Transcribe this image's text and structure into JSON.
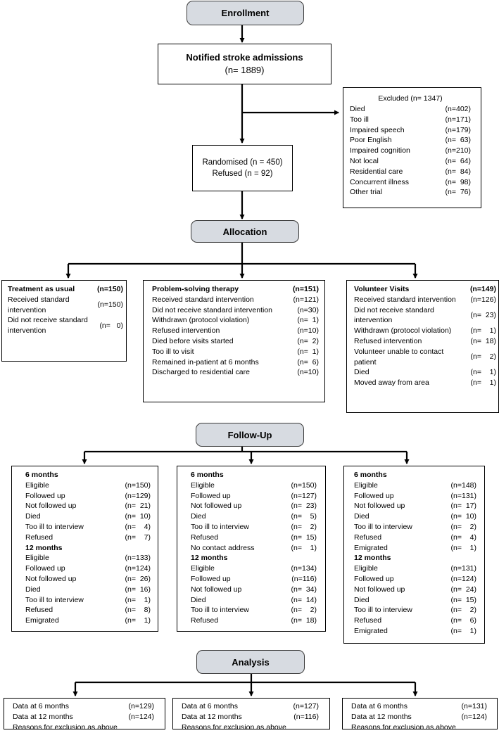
{
  "stages": {
    "enrollment": "Enrollment",
    "allocation": "Allocation",
    "followup": "Follow-Up",
    "analysis": "Analysis"
  },
  "notified": {
    "title": "Notified stroke admissions",
    "n": "(n= 1889)"
  },
  "excluded": {
    "title": "Excluded  (n= 1347)",
    "rows": [
      {
        "label": "Died",
        "n": "(n=402)"
      },
      {
        "label": "Too ill",
        "n": "(n=171)"
      },
      {
        "label": "Impaired speech",
        "n": "(n=179)"
      },
      {
        "label": "Poor English",
        "n": "(n=  63)"
      },
      {
        "label": "Impaired cognition",
        "n": "(n=210)"
      },
      {
        "label": "Not local",
        "n": "(n=  64)"
      },
      {
        "label": "Residential care",
        "n": "(n=  84)"
      },
      {
        "label": "Concurrent illness",
        "n": "(n=  98)"
      },
      {
        "label": "Other trial",
        "n": "(n=  76)"
      }
    ]
  },
  "randomised": {
    "line1": "Randomised (n = 450)",
    "line2": "Refused (n = 92)"
  },
  "allocation": {
    "tau": {
      "title": "Treatment as usual",
      "n": "(n=150)",
      "rows": [
        {
          "label": "Received standard intervention",
          "n": "(n=150)"
        },
        {
          "label": "Did not receive standard intervention",
          "n": "(n=   0)"
        }
      ]
    },
    "pst": {
      "title": "Problem-solving therapy",
      "n": "(n=151)",
      "rows": [
        {
          "label": "Received standard intervention",
          "n": "(n=121)"
        },
        {
          "label": "Did not receive standard intervention",
          "n": "(n=30)"
        },
        {
          "label": "Withdrawn (protocol violation)",
          "n": "(n=  1)"
        },
        {
          "label": "Refused intervention",
          "n": "(n=10)"
        },
        {
          "label": "Died before visits started",
          "n": "(n=  2)"
        },
        {
          "label": "Too ill to visit",
          "n": "(n=  1)"
        },
        {
          "label": "Remained in-patient at 6 months",
          "n": "(n=  6)"
        },
        {
          "label": "Discharged to residential care",
          "n": "(n=10)"
        }
      ]
    },
    "vv": {
      "title": "Volunteer Visits",
      "n": "(n=149)",
      "rows": [
        {
          "label": "Received standard intervention",
          "n": "(n=126)"
        },
        {
          "label": "Did not receive standard intervention",
          "n": "(n=  23)"
        },
        {
          "label": "Withdrawn (protocol violation)",
          "n": "(n=    1)"
        },
        {
          "label": "Refused intervention",
          "n": "(n=  18)"
        },
        {
          "label": "Volunteer unable to contact patient",
          "n": "(n=    2)"
        },
        {
          "label": "Died",
          "n": "(n=    1)"
        },
        {
          "label": "Moved away from area",
          "n": "(n=    1)"
        }
      ]
    }
  },
  "followup": {
    "left": {
      "m6": "6 months",
      "rows6": [
        {
          "label": "Eligible",
          "n": "(n=150)"
        },
        {
          "label": "Followed up",
          "n": "(n=129)"
        },
        {
          "label": "Not followed up",
          "n": "(n=  21)"
        },
        {
          "label": "Died",
          "n": "(n=  10)"
        },
        {
          "label": "Too ill to interview",
          "n": "(n=    4)"
        },
        {
          "label": "Refused",
          "n": "(n=    7)"
        }
      ],
      "m12": "12 months",
      "rows12": [
        {
          "label": "Eligible",
          "n": "(n=133)"
        },
        {
          "label": "Followed up",
          "n": "(n=124)"
        },
        {
          "label": "Not followed up",
          "n": "(n=  26)"
        },
        {
          "label": "Died",
          "n": "(n=  16)"
        },
        {
          "label": "Too ill to interview",
          "n": "(n=    1)"
        },
        {
          "label": "Refused",
          "n": "(n=    8)"
        },
        {
          "label": "Emigrated",
          "n": "(n=    1)"
        }
      ]
    },
    "mid": {
      "m6": "6 months",
      "rows6": [
        {
          "label": "Eligible",
          "n": "(n=150)"
        },
        {
          "label": "Followed up",
          "n": "(n=127)"
        },
        {
          "label": "Not followed up",
          "n": "(n=  23)"
        },
        {
          "label": "Died",
          "n": "(n=    5)"
        },
        {
          "label": "Too ill to interview",
          "n": "(n=    2)"
        },
        {
          "label": "Refused",
          "n": "(n=  15)"
        },
        {
          "label": "No contact address",
          "n": "(n=    1)"
        }
      ],
      "m12": "12 months",
      "rows12": [
        {
          "label": "Eligible",
          "n": "(n=134)"
        },
        {
          "label": "Followed up",
          "n": "(n=116)"
        },
        {
          "label": "Not followed up",
          "n": "(n=  34)"
        },
        {
          "label": "Died",
          "n": "(n=  14)"
        },
        {
          "label": "Too ill to interview",
          "n": "(n=    2)"
        },
        {
          "label": "Refused",
          "n": "(n=  18)"
        }
      ]
    },
    "right": {
      "m6": "6 months",
      "rows6": [
        {
          "label": "Eligible",
          "n": "(n=148)"
        },
        {
          "label": "Followed up",
          "n": "(n=131)"
        },
        {
          "label": "Not followed up",
          "n": "(n=  17)"
        },
        {
          "label": "Died",
          "n": "(n=  10)"
        },
        {
          "label": "Too ill to interview",
          "n": "(n=    2)"
        },
        {
          "label": "Refused",
          "n": "(n=    4)"
        },
        {
          "label": "Emigrated",
          "n": "(n=    1)"
        }
      ],
      "m12": "12 months",
      "rows12": [
        {
          "label": "Eligible",
          "n": "(n=131)"
        },
        {
          "label": "Followed up",
          "n": "(n=124)"
        },
        {
          "label": "Not followed up",
          "n": "(n=  24)"
        },
        {
          "label": "Died",
          "n": "(n=  15)"
        },
        {
          "label": "Too ill to interview",
          "n": "(n=    2)"
        },
        {
          "label": "Refused",
          "n": "(n=    6)"
        },
        {
          "label": "Emigrated",
          "n": "(n=    1)"
        }
      ]
    }
  },
  "analysis": {
    "left": {
      "rows": [
        {
          "label": "Data at 6 months",
          "n": "(n=129)"
        },
        {
          "label": "Data at 12 months",
          "n": "(n=124)"
        }
      ],
      "note": "Reasons for exclusion as above"
    },
    "mid": {
      "rows": [
        {
          "label": "Data at 6 months",
          "n": "(n=127)"
        },
        {
          "label": "Data at 12 months",
          "n": "(n=116)"
        }
      ],
      "note": "Reasons for exclusion as above"
    },
    "right": {
      "rows": [
        {
          "label": "Data at 6 months",
          "n": "(n=131)"
        },
        {
          "label": "Data at 12 months",
          "n": "(n=124)"
        }
      ],
      "note": "Reasons for exclusion as above"
    }
  }
}
